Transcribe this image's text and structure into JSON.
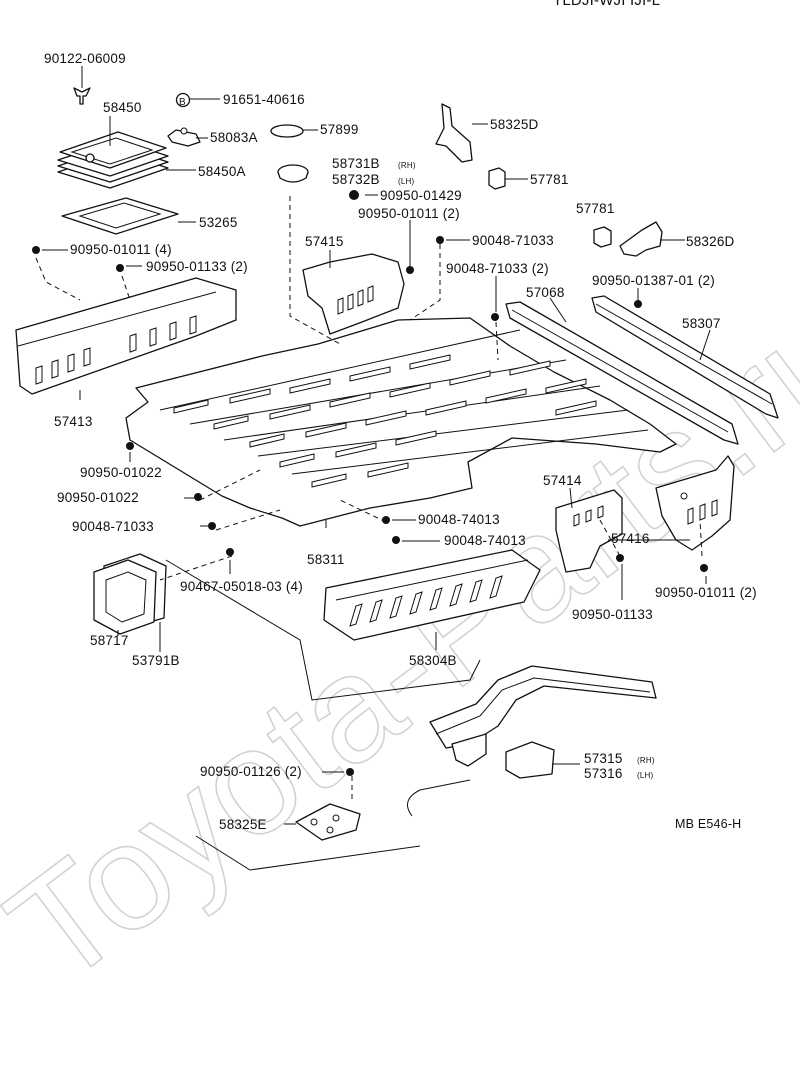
{
  "diagram": {
    "header_fragment": "TLDJI-WJI IJI-L",
    "watermark": "Toyota-Parts.ru",
    "ref_code": "MB E546-H",
    "parts": [
      {
        "id": "p-90122",
        "number": "90122-06009"
      },
      {
        "id": "p-58450",
        "number": "58450"
      },
      {
        "id": "p-91651-badge",
        "number": "B"
      },
      {
        "id": "p-91651",
        "number": "91651-40616"
      },
      {
        "id": "p-58083a",
        "number": "58083A"
      },
      {
        "id": "p-57899",
        "number": "57899"
      },
      {
        "id": "p-58325d",
        "number": "58325D"
      },
      {
        "id": "p-58450a",
        "number": "58450A"
      },
      {
        "id": "p-58731b",
        "number": "58731B",
        "side": "(RH)"
      },
      {
        "id": "p-58732b",
        "number": "58732B",
        "side": "(LH)"
      },
      {
        "id": "p-57781a",
        "number": "57781"
      },
      {
        "id": "p-90950-01429",
        "number": "90950-01429"
      },
      {
        "id": "p-90950-01011-2a",
        "number": "90950-01011 (2)"
      },
      {
        "id": "p-57781b",
        "number": "57781"
      },
      {
        "id": "p-53265",
        "number": "53265"
      },
      {
        "id": "p-57415",
        "number": "57415"
      },
      {
        "id": "p-90048-71033a",
        "number": "90048-71033"
      },
      {
        "id": "p-58326d",
        "number": "58326D"
      },
      {
        "id": "p-90950-01011-4",
        "number": "90950-01011 (4)"
      },
      {
        "id": "p-90950-01133-2",
        "number": "90950-01133 (2)"
      },
      {
        "id": "p-90048-71033-2",
        "number": "90048-71033 (2)"
      },
      {
        "id": "p-90950-01387",
        "number": "90950-01387-01 (2)"
      },
      {
        "id": "p-57068",
        "number": "57068"
      },
      {
        "id": "p-58307",
        "number": "58307"
      },
      {
        "id": "p-57413",
        "number": "57413"
      },
      {
        "id": "p-90950-01022a",
        "number": "90950-01022"
      },
      {
        "id": "p-57414",
        "number": "57414"
      },
      {
        "id": "p-90950-01022b",
        "number": "90950-01022"
      },
      {
        "id": "p-90048-74013a",
        "number": "90048-74013"
      },
      {
        "id": "p-90048-71033b",
        "number": "90048-71033"
      },
      {
        "id": "p-57416",
        "number": "57416"
      },
      {
        "id": "p-90048-74013b",
        "number": "90048-74013"
      },
      {
        "id": "p-58311",
        "number": "58311"
      },
      {
        "id": "p-90467",
        "number": "90467-05018-03 (4)"
      },
      {
        "id": "p-90950-01011-2b",
        "number": "90950-01011 (2)"
      },
      {
        "id": "p-90950-01133",
        "number": "90950-01133"
      },
      {
        "id": "p-58717",
        "number": "58717"
      },
      {
        "id": "p-53791b",
        "number": "53791B"
      },
      {
        "id": "p-58304b",
        "number": "58304B"
      },
      {
        "id": "p-57315",
        "number": "57315",
        "side": "(RH)"
      },
      {
        "id": "p-57316",
        "number": "57316",
        "side": "(LH)"
      },
      {
        "id": "p-90950-01126",
        "number": "90950-01126 (2)"
      },
      {
        "id": "p-58325e",
        "number": "58325E"
      }
    ]
  }
}
